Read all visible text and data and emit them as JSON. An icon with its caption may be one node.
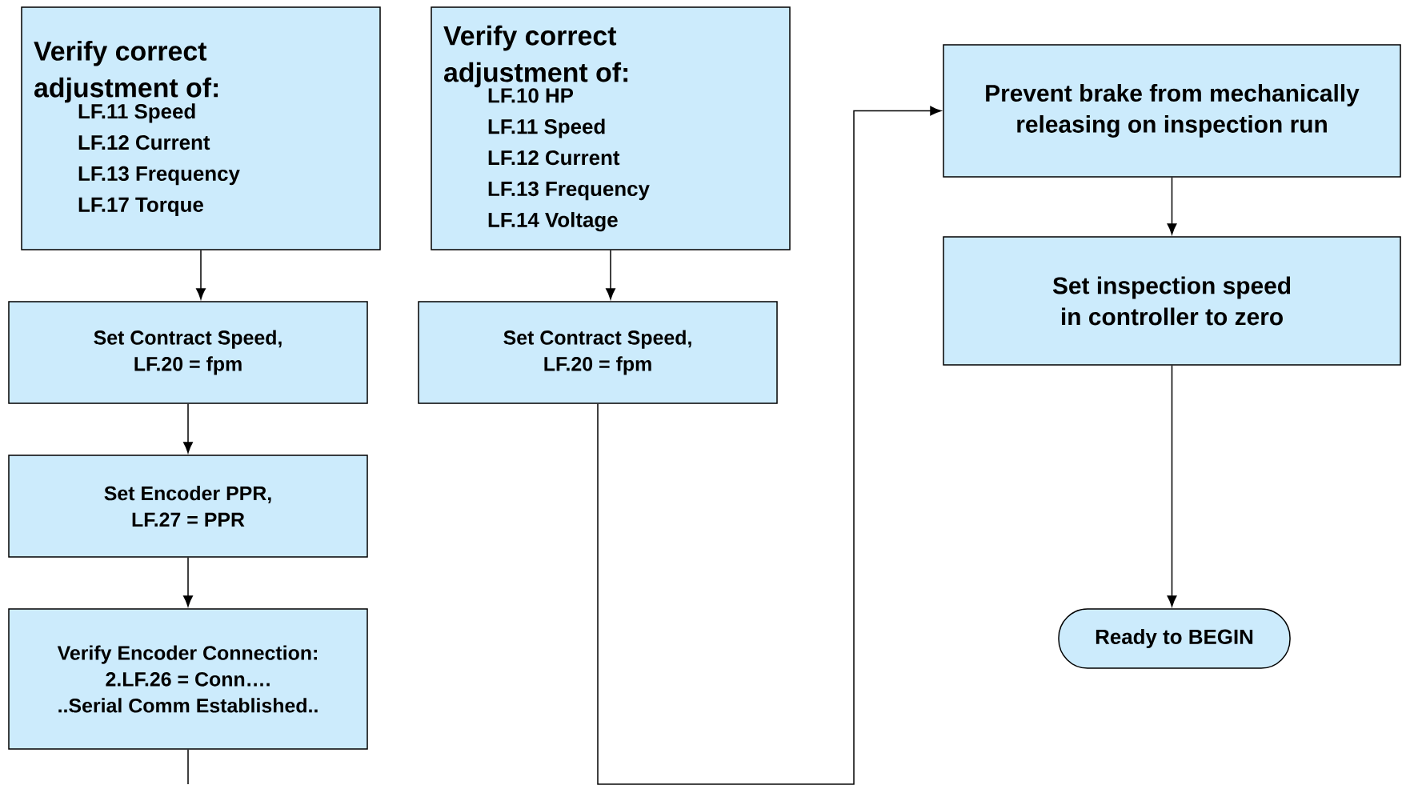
{
  "diagram": {
    "nodes": [
      {
        "text": [
          "Verify correct adjustment of:",
          "LF.11 Speed",
          "LF.12 Current",
          "LF.13 Frequency",
          "LF.17 Torque"
        ]
      },
      {
        "text": [
          "Set Contract Speed,",
          "LF.20 = fpm"
        ]
      },
      {
        "text": [
          "Set Encoder PPR,",
          "LF.27 = PPR"
        ]
      },
      {
        "text": [
          "Verify Encoder Connection:",
          "2.LF.26 = Conn….",
          "..Serial Comm Established.."
        ]
      },
      {
        "text": [
          "Verify correct adjustment of:",
          "LF.10 HP",
          "LF.11 Speed",
          "LF.12 Current",
          "LF.13 Frequency",
          "LF.14 Voltage"
        ]
      },
      {
        "text": [
          "Set Contract Speed,",
          "LF.20 = fpm"
        ]
      },
      {
        "text": [
          "Prevent brake from mechanically releasing on inspection run"
        ]
      },
      {
        "text": [
          "Set inspection speed in controller to zero"
        ]
      },
      {
        "text": [
          "Ready to BEGIN"
        ]
      }
    ],
    "edges": [
      {
        "from": 0,
        "to": 1,
        "arrow": "to"
      },
      {
        "from": 1,
        "to": 2,
        "arrow": "to"
      },
      {
        "from": 2,
        "to": 3,
        "arrow": "to"
      },
      {
        "from": 3,
        "to": null,
        "arrow": "none"
      },
      {
        "from": 4,
        "to": 5,
        "arrow": "to"
      },
      {
        "from": 5,
        "to": 6,
        "arrow": "to"
      },
      {
        "from": 6,
        "to": 7,
        "arrow": "to"
      },
      {
        "from": 7,
        "to": 8,
        "arrow": "to"
      }
    ]
  }
}
